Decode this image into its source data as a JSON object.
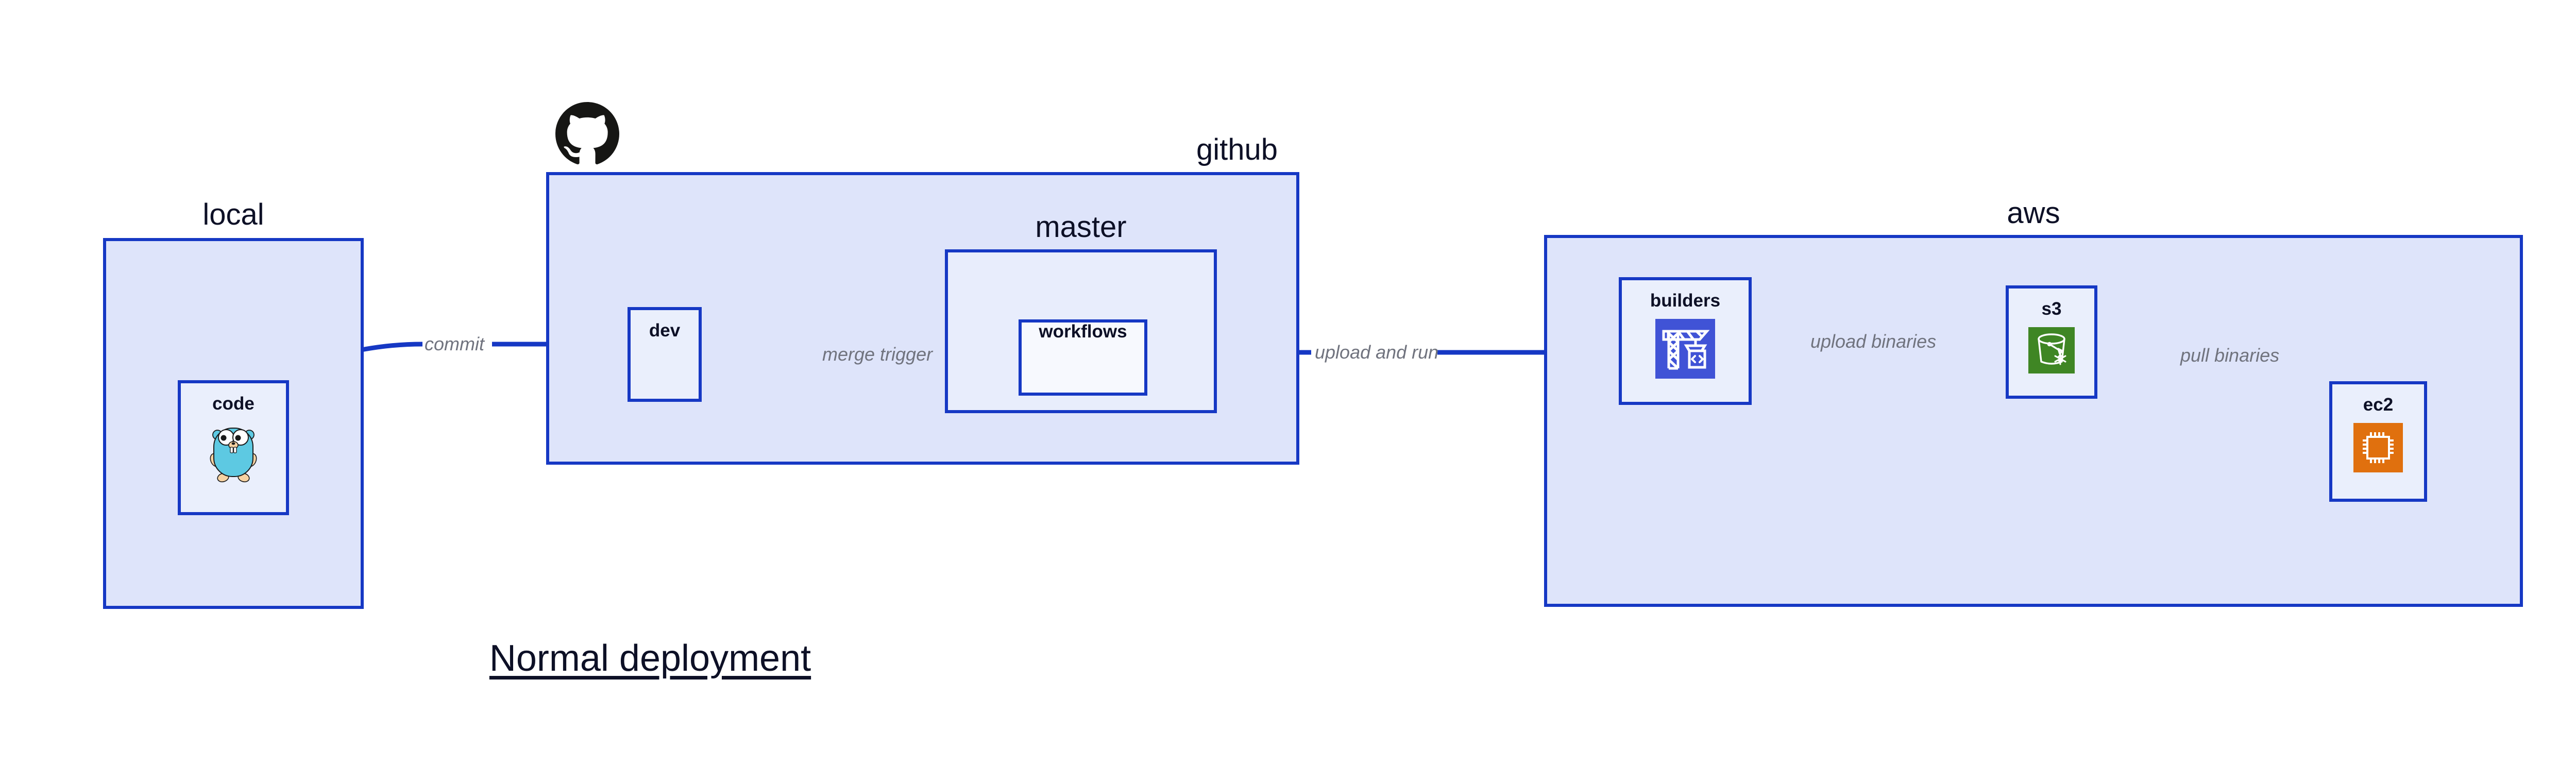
{
  "diagram": {
    "title": "Normal deployment",
    "accent_border": "#1638c4",
    "group_fill": "#dee4fa",
    "nested_fill": "#e8edfc",
    "node_fill": "#eaeffc",
    "label_color": "#70737e",
    "text_color": "#0d1026"
  },
  "groups": [
    {
      "id": "local",
      "label": "local",
      "label_align": "center"
    },
    {
      "id": "github",
      "label": "github",
      "label_align": "right"
    },
    {
      "id": "master",
      "label": "master",
      "label_align": "center"
    },
    {
      "id": "aws",
      "label": "aws",
      "label_align": "center"
    }
  ],
  "nodes": [
    {
      "id": "code",
      "label": "code",
      "icon": "go-gopher-icon",
      "icon_color": "#5dc9e2"
    },
    {
      "id": "dev",
      "label": "dev",
      "icon": "none",
      "icon_color": ""
    },
    {
      "id": "workflows",
      "label": "workflows",
      "icon": "none",
      "icon_color": ""
    },
    {
      "id": "builders",
      "label": "builders",
      "icon": "aws-codebuild-icon",
      "icon_color": "#4053d6"
    },
    {
      "id": "s3",
      "label": "s3",
      "icon": "aws-s3-glacier-icon",
      "icon_color": "#3f8624"
    },
    {
      "id": "ec2",
      "label": "ec2",
      "icon": "aws-ec2-icon",
      "icon_color": "#e0700e"
    }
  ],
  "edges": [
    {
      "id": "commit",
      "label": "commit",
      "from": "code",
      "to": "dev"
    },
    {
      "id": "merge-trigger",
      "label": "merge trigger",
      "from": "dev",
      "to": "workflows"
    },
    {
      "id": "upload-and-run",
      "label": "upload and run",
      "from": "workflows",
      "to": "builders"
    },
    {
      "id": "upload-binaries",
      "label": "upload binaries",
      "from": "builders",
      "to": "s3"
    },
    {
      "id": "pull-binaries",
      "label": "pull binaries",
      "from": "s3",
      "to": "ec2"
    }
  ],
  "logos": [
    {
      "id": "github-octocat",
      "name": "github-octocat-logo",
      "color": "#161614"
    }
  ]
}
